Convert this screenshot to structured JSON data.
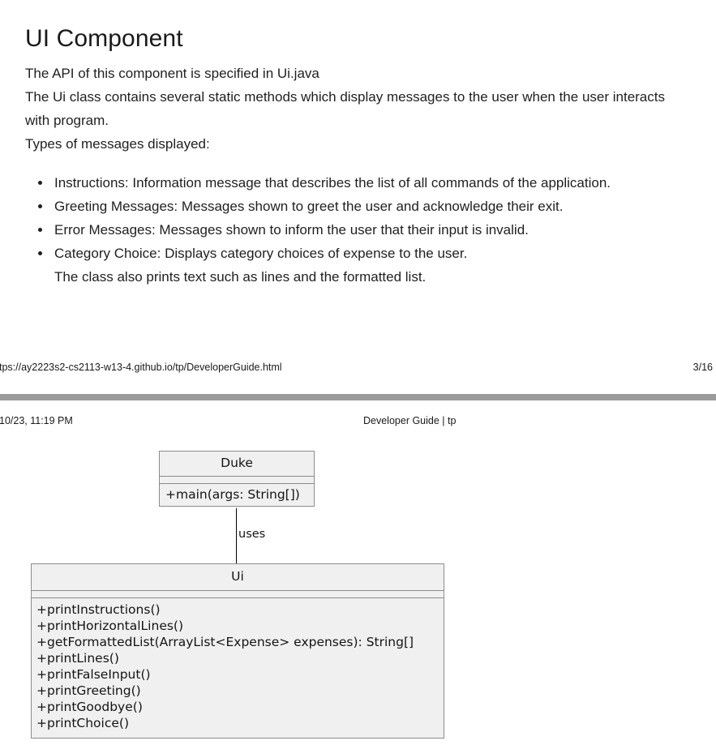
{
  "document": {
    "heading": "UI Component",
    "intro_lines": [
      "The API of this component is specified in Ui.java",
      "The Ui class contains several static methods which display messages to the user when the user interacts with program.",
      "Types of messages displayed:"
    ],
    "bullets": [
      {
        "text": "Instructions: Information message that describes the list of all commands of the application."
      },
      {
        "text": "Greeting Messages: Messages shown to greet the user and acknowledge their exit."
      },
      {
        "text": "Error Messages: Messages shown to inform the user that their input is invalid."
      },
      {
        "text": "Category Choice: Displays category choices of expense to the user.",
        "sub": "The class also prints text such as lines and the formatted list."
      }
    ]
  },
  "page_one_footer": {
    "url": "tps://ay2223s2-cs2113-w13-4.github.io/tp/DeveloperGuide.html",
    "page_number": "3/16"
  },
  "page_two_header": {
    "date": "10/23, 11:19 PM",
    "title": "Developer Guide | tp"
  },
  "diagram": {
    "type": "uml-class-diagram",
    "classes": [
      {
        "name": "Duke",
        "attributes": [],
        "methods": [
          "+main(args: String[])"
        ]
      },
      {
        "name": "Ui",
        "attributes": [],
        "methods": [
          "+printInstructions()",
          "+printHorizontalLines()",
          "+getFormattedList(ArrayList<Expense> expenses): String[]",
          "+printLines()",
          "+printFalseInput()",
          "+printGreeting()",
          "+printGoodbye()",
          "+printChoice()"
        ]
      }
    ],
    "relationships": [
      {
        "from": "Duke",
        "to": "Ui",
        "label": "uses"
      }
    ]
  },
  "colors": {
    "box_fill": "#f0f0f0",
    "box_border": "#8c8c8c",
    "connector": "#000000",
    "page_separator": "#9b9b9b",
    "text": "#1f1f1f"
  }
}
